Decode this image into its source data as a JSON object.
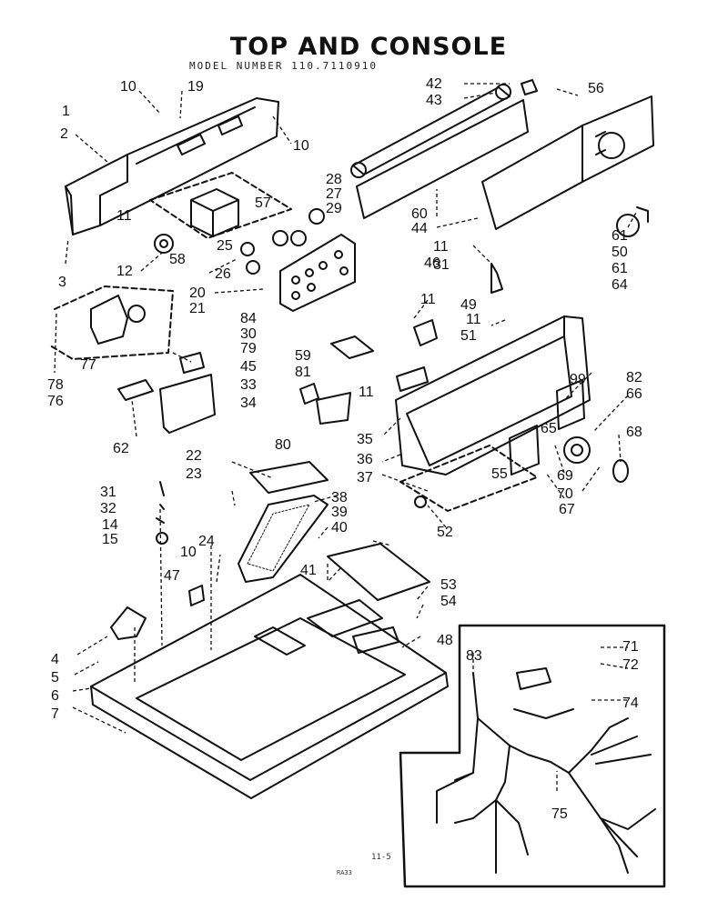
{
  "title": "TOP AND CONSOLE",
  "model_line": "MODEL NUMBER  110.7110910",
  "page_number": "11-5",
  "footer_code": "RA33",
  "part_labels": [
    "1",
    "2",
    "3",
    "4",
    "5",
    "6",
    "7",
    "10",
    "10",
    "10",
    "11",
    "11",
    "11",
    "11",
    "11",
    "12",
    "14",
    "15",
    "19",
    "20",
    "21",
    "22",
    "23",
    "24",
    "25",
    "26",
    "27",
    "28",
    "29",
    "30",
    "31",
    "31",
    "32",
    "33",
    "34",
    "35",
    "36",
    "37",
    "38",
    "39",
    "40",
    "41",
    "42",
    "43",
    "44",
    "45",
    "46",
    "47",
    "48",
    "49",
    "50",
    "51",
    "52",
    "53",
    "54",
    "55",
    "56",
    "57",
    "58",
    "59",
    "60",
    "61",
    "61",
    "62",
    "64",
    "65",
    "66",
    "67",
    "68",
    "69",
    "70",
    "71",
    "72",
    "74",
    "75",
    "76",
    "77",
    "78",
    "79",
    "80",
    "81",
    "82",
    "83",
    "84",
    "99"
  ]
}
